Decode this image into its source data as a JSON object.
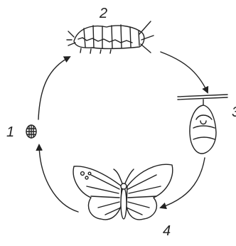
{
  "diagram": {
    "stages": [
      {
        "label": "1",
        "icon": "egg-icon"
      },
      {
        "label": "2",
        "icon": "caterpillar-icon"
      },
      {
        "label": "3",
        "icon": "chrysalis-icon"
      },
      {
        "label": "4",
        "icon": "butterfly-icon"
      }
    ]
  }
}
